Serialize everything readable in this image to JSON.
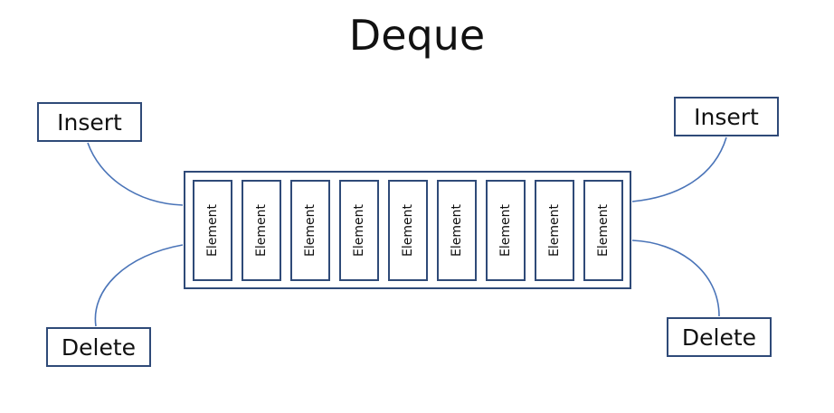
{
  "title": "Deque",
  "operations": {
    "insert_left": "Insert",
    "insert_right": "Insert",
    "delete_left": "Delete",
    "delete_right": "Delete"
  },
  "elements": [
    "Element",
    "Element",
    "Element",
    "Element",
    "Element",
    "Element",
    "Element",
    "Element",
    "Element"
  ],
  "colors": {
    "outline": "#2f4a78",
    "connector": "#4a74b8"
  }
}
